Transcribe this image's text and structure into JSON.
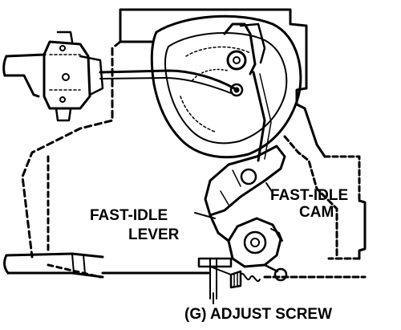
{
  "labels": {
    "fast_idle_cam": [
      "FAST-IDLE",
      "CAM"
    ],
    "fast_idle_lever": [
      "FAST-IDLE",
      "LEVER"
    ],
    "adjust_screw": "(G) ADJUST SCREW"
  },
  "colors": {
    "ink": "#000000",
    "paper": "#ffffff"
  }
}
